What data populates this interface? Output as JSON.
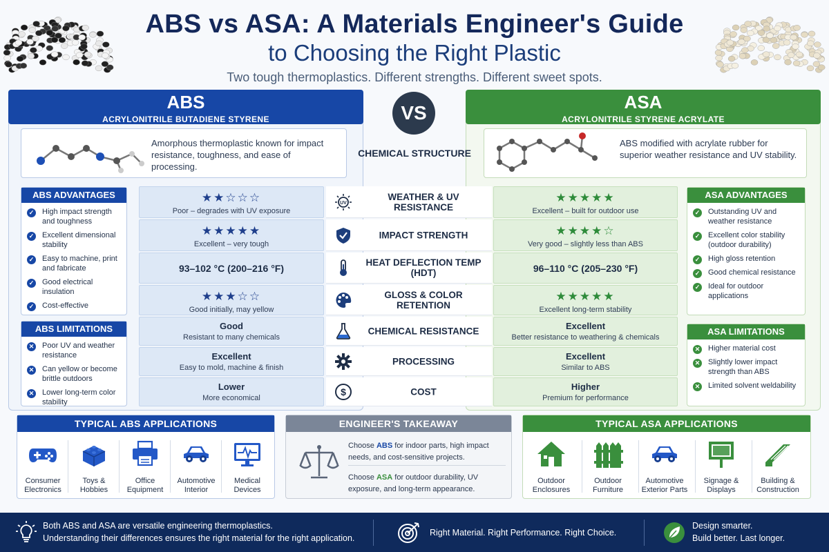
{
  "header": {
    "title": "ABS vs ASA: A Materials Engineer's Guide",
    "subtitle": "to Choosing the Right Plastic",
    "tagline": "Two tough thermoplastics. Different strengths. Different sweet spots."
  },
  "abs": {
    "name": "ABS",
    "full_name": "ACRYLONITRILE BUTADIENE STYRENE",
    "description": "Amorphous thermoplastic known for impact resistance, toughness, and ease of processing.",
    "advantages_title": "ABS ADVANTAGES",
    "advantages": [
      "High impact strength and toughness",
      "Excellent dimensional stability",
      "Easy to machine, print and fabricate",
      "Good electrical insulation",
      "Cost-effective"
    ],
    "limitations_title": "ABS LIMITATIONS",
    "limitations": [
      "Poor UV and weather resistance",
      "Can yellow or become brittle outdoors",
      "Lower long-term color stability"
    ],
    "applications_title": "TYPICAL ABS APPLICATIONS",
    "applications": [
      {
        "label": "Consumer Electronics",
        "icon": "gamepad-icon"
      },
      {
        "label": "Toys & Hobbies",
        "icon": "brick-icon"
      },
      {
        "label": "Office Equipment",
        "icon": "printer-icon"
      },
      {
        "label": "Automotive Interior",
        "icon": "car-icon"
      },
      {
        "label": "Medical Devices",
        "icon": "monitor-icon"
      }
    ]
  },
  "asa": {
    "name": "ASA",
    "full_name": "ACRYLONITRILE STYRENE ACRYLATE",
    "description": "ABS modified with acrylate rubber for superior weather resistance and UV stability.",
    "advantages_title": "ASA ADVANTAGES",
    "advantages": [
      "Outstanding UV and weather resistance",
      "Excellent color stability (outdoor durability)",
      "High gloss retention",
      "Good chemical resistance",
      "Ideal for outdoor applications"
    ],
    "limitations_title": "ASA LIMITATIONS",
    "limitations": [
      "Higher material cost",
      "Slightly lower impact strength than ABS",
      "Limited solvent weldability"
    ],
    "applications_title": "TYPICAL ASA APPLICATIONS",
    "applications": [
      {
        "label": "Outdoor Enclosures",
        "icon": "house-icon"
      },
      {
        "label": "Outdoor Furniture",
        "icon": "fence-icon"
      },
      {
        "label": "Automotive Exterior Parts",
        "icon": "car-icon"
      },
      {
        "label": "Signage & Displays",
        "icon": "sign-icon"
      },
      {
        "label": "Building & Construction",
        "icon": "beam-icon"
      }
    ]
  },
  "vs_label": "VS",
  "chemical_structure_label": "CHEMICAL STRUCTURE",
  "comparison": [
    {
      "property": "WEATHER & UV RESISTANCE",
      "icon": "uv-icon",
      "abs_rating": 2,
      "abs_text": "Poor – degrades with UV exposure",
      "asa_rating": 5,
      "asa_text": "Excellent – built for outdoor use"
    },
    {
      "property": "IMPACT STRENGTH",
      "icon": "shield-icon",
      "abs_rating": 5,
      "abs_text": "Excellent – very tough",
      "asa_rating": 4,
      "asa_text": "Very good – slightly less than ABS"
    },
    {
      "property": "HEAT DEFLECTION TEMP (HDT)",
      "icon": "thermometer-icon",
      "abs_value": "93–102 °C (200–216 °F)",
      "asa_value": "96–110 °C (205–230 °F)"
    },
    {
      "property": "GLOSS & COLOR RETENTION",
      "icon": "palette-icon",
      "abs_rating": 3,
      "abs_text": "Good initially, may yellow",
      "asa_rating": 5,
      "asa_text": "Excellent long-term stability"
    },
    {
      "property": "CHEMICAL RESISTANCE",
      "icon": "flask-icon",
      "abs_value": "Good",
      "abs_text": "Resistant to many chemicals",
      "asa_value": "Excellent",
      "asa_text": "Better resistance to weathering & chemicals"
    },
    {
      "property": "PROCESSING",
      "icon": "gear-icon",
      "abs_value": "Excellent",
      "abs_text": "Easy to mold, machine & finish",
      "asa_value": "Excellent",
      "asa_text": "Similar to ABS"
    },
    {
      "property": "COST",
      "icon": "dollar-icon",
      "abs_value": "Lower",
      "abs_text": "More economical",
      "asa_value": "Higher",
      "asa_text": "Premium for performance"
    }
  ],
  "takeaway": {
    "title": "ENGINEER'S TAKEAWAY",
    "line1_pre": "Choose ",
    "line1_mat": "ABS",
    "line1_post": " for indoor parts, high impact needs, and cost-sensitive projects.",
    "line2_pre": "Choose ",
    "line2_mat": "ASA",
    "line2_post": " for outdoor durability, UV exposure, and long-term appearance."
  },
  "footer": {
    "left_line1": "Both ABS and ASA are versatile engineering thermoplastics.",
    "left_line2": "Understanding their differences ensures the right material for the right application.",
    "middle": "Right Material. Right Performance. Right Choice.",
    "right_line1": "Design smarter.",
    "right_line2": "Build better. Last longer."
  },
  "colors": {
    "abs_blue": "#1747a6",
    "asa_green": "#3a8f3d",
    "navy": "#0f2a5c"
  }
}
